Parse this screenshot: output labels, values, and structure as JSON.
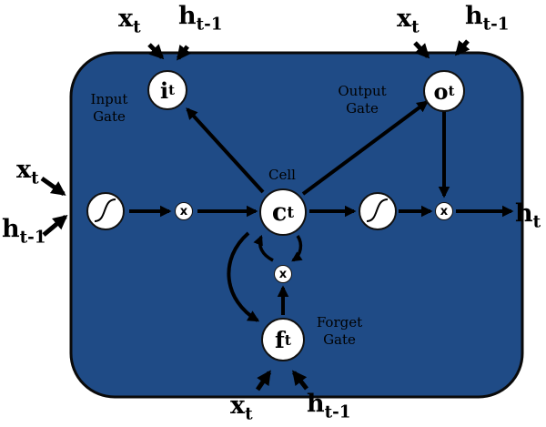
{
  "labels": {
    "x_var": "x",
    "x_sub": "t",
    "h_var": "h",
    "h_prev_sub": "t-1",
    "h_out_sub": "t"
  },
  "nodes": {
    "input_var": "i",
    "input_sub": "t",
    "output_var": "o",
    "output_sub": "t",
    "cell_var": "c",
    "cell_sub": "t",
    "forget_var": "f",
    "forget_sub": "t"
  },
  "gate_labels": {
    "input_line1": "Input",
    "input_line2": "Gate",
    "output_line1": "Output",
    "output_line2": "Gate",
    "forget_line1": "Forget",
    "forget_line2": "Gate",
    "cell": "Cell"
  },
  "multiply_symbol": "x",
  "colors": {
    "panel": "#1f4b86",
    "panel_border": "#0a0a0a",
    "arrow": "#000000"
  }
}
